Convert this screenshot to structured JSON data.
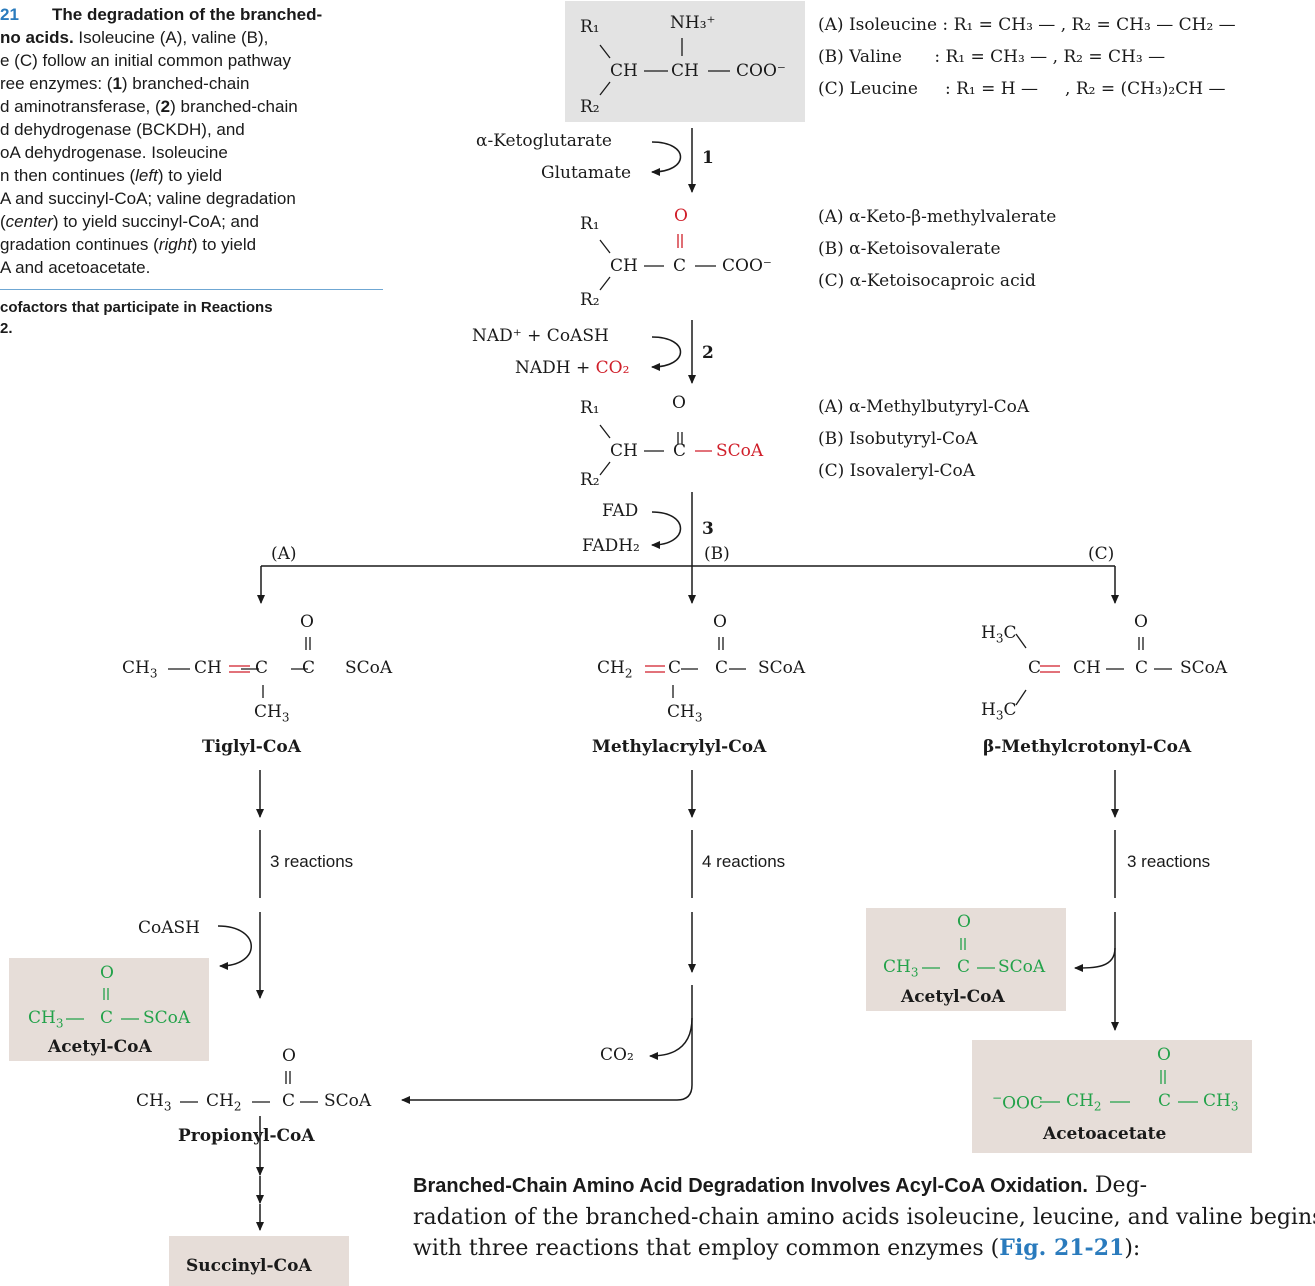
{
  "caption": {
    "fig_num": "21",
    "title_line1": "The degradation of the branched-",
    "title_line2": "no acids.",
    "lines": [
      "Isoleucine (A), valine (B),",
      "e (C) follow an initial common pathway",
      "ree enzymes: (",
      "branched-chain",
      "d aminotransferase, (",
      "branched-chain",
      "d dehydrogenase (BCKDH), and",
      "oA dehydrogenase. Isoleucine",
      "n then continues (",
      "to yield",
      "A and succinyl-CoA; valine degradation",
      "to yield succinyl-CoA; and",
      "gradation continues (",
      "to yield",
      "A and acetoacetate."
    ],
    "em_left": "left",
    "em_center": "center",
    "em_right": "right",
    "num1": "1",
    "num2": "2",
    "note_line1": "cofactors that participate in Reactions",
    "note_line2": "2."
  },
  "legend": {
    "a_iso": "(A) Isoleucine : R₁ = CH₃ — , R₂ = CH₃ — CH₂ —",
    "b_val": "(B) Valine      : R₁ = CH₃ — , R₂ = CH₃ —",
    "c_leu": "(C) Leucine     : R₁ = H —     , R₂ = (CH₃)₂CH —",
    "keto_a": "(A)  α-Keto-β-methylvalerate",
    "keto_b": "(B)  α-Ketoisovalerate",
    "keto_c": "(C)  α-Ketoisocaproic acid",
    "acyl_a": "(A)  α-Methylbutyryl-CoA",
    "acyl_b": "(B)  Isobutyryl-CoA",
    "acyl_c": "(C)  Isovaleryl-CoA"
  },
  "steps": {
    "s1_in": "α-Ketoglutarate",
    "s1_out": "Glutamate",
    "s1_num": "1",
    "s2_in": "NAD⁺ + CoASH",
    "s2_out_a": "NADH + ",
    "s2_out_b": "CO₂",
    "s2_num": "2",
    "s3_in": "FAD",
    "s3_out": "FADH₂",
    "s3_num": "3",
    "branch_a": "(A)",
    "branch_b": "(B)",
    "branch_c": "(C)"
  },
  "structures": {
    "r1": "R₁",
    "r2": "R₂",
    "nh3": "NH₃⁺",
    "ch": "CH",
    "c": "C",
    "coo": "COO⁻",
    "o": "O",
    "scoa": "SCoA"
  },
  "products": {
    "tiglyl": "Tiglyl-CoA",
    "methylacrylyl": "Methylacrylyl-CoA",
    "methylcrotonyl": "β-Methylcrotonyl-CoA",
    "r3a": "3 reactions",
    "r4": "4 reactions",
    "r3c": "3 reactions",
    "coash": "CoASH",
    "co2": "CO₂",
    "acetyl_left": "Acetyl-CoA",
    "acetyl_right": "Acetyl-CoA",
    "propionyl": "Propionyl-CoA",
    "acetoacetate": "Acetoacetate",
    "succinyl": "Succinyl-CoA"
  },
  "text_block": {
    "heading": "Branched-Chain Amino Acid Degradation Involves Acyl-CoA Oxidation.",
    "line1_tail": "Deg-",
    "line2": "radation of the branched-chain amino acids isoleucine, leucine, and valine begins",
    "line3_a": "with three reactions that employ common enzymes (",
    "fig_ref": "Fig. 21-21",
    "line3_b": "):"
  }
}
